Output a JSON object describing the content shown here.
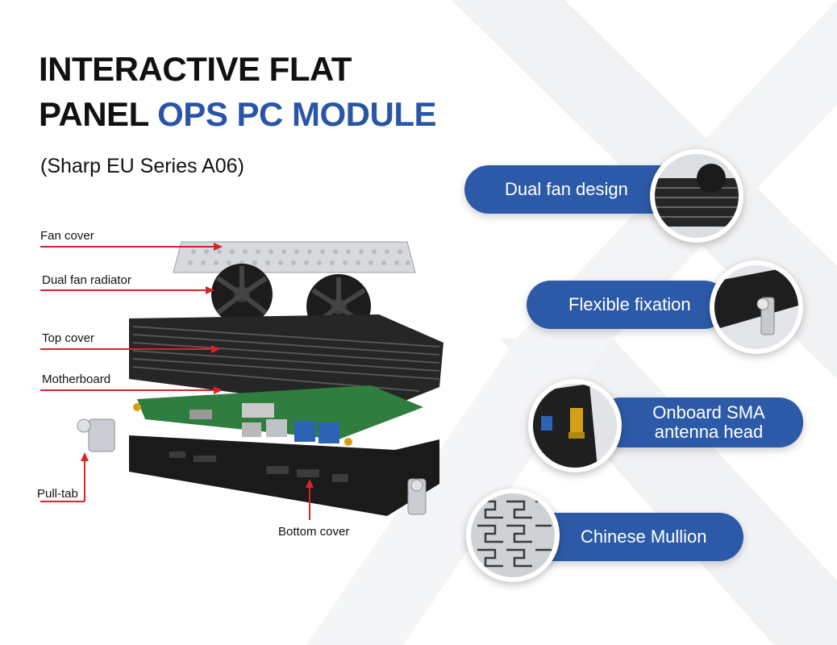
{
  "title": {
    "line1": "INTERACTIVE FLAT",
    "line2_plain": "PANEL ",
    "line2_accent": "OPS PC MODULE"
  },
  "subtitle": "(Sharp EU Series A06)",
  "callouts": {
    "fan_cover": "Fan cover",
    "dual_fan_radiator": "Dual fan radiator",
    "top_cover": "Top cover",
    "motherboard": "Motherboard",
    "pull_tab": "Pull-tab",
    "bottom_cover": "Bottom cover"
  },
  "features": [
    {
      "label": "Dual fan design"
    },
    {
      "label": "Flexible fixation"
    },
    {
      "label_line1": "Onboard SMA",
      "label_line2": "antenna head"
    },
    {
      "label": "Chinese Mullion"
    }
  ],
  "colors": {
    "accent_blue": "#2d5aa8",
    "title_accent": "#2a55a6",
    "callout_arrow": "#d9232a"
  },
  "icons": [
    "fan-cover-image",
    "radiator-image",
    "motherboard-image",
    "chassis-image",
    "pull-tab-image",
    "sma-antenna-image",
    "mullion-grille-image"
  ]
}
